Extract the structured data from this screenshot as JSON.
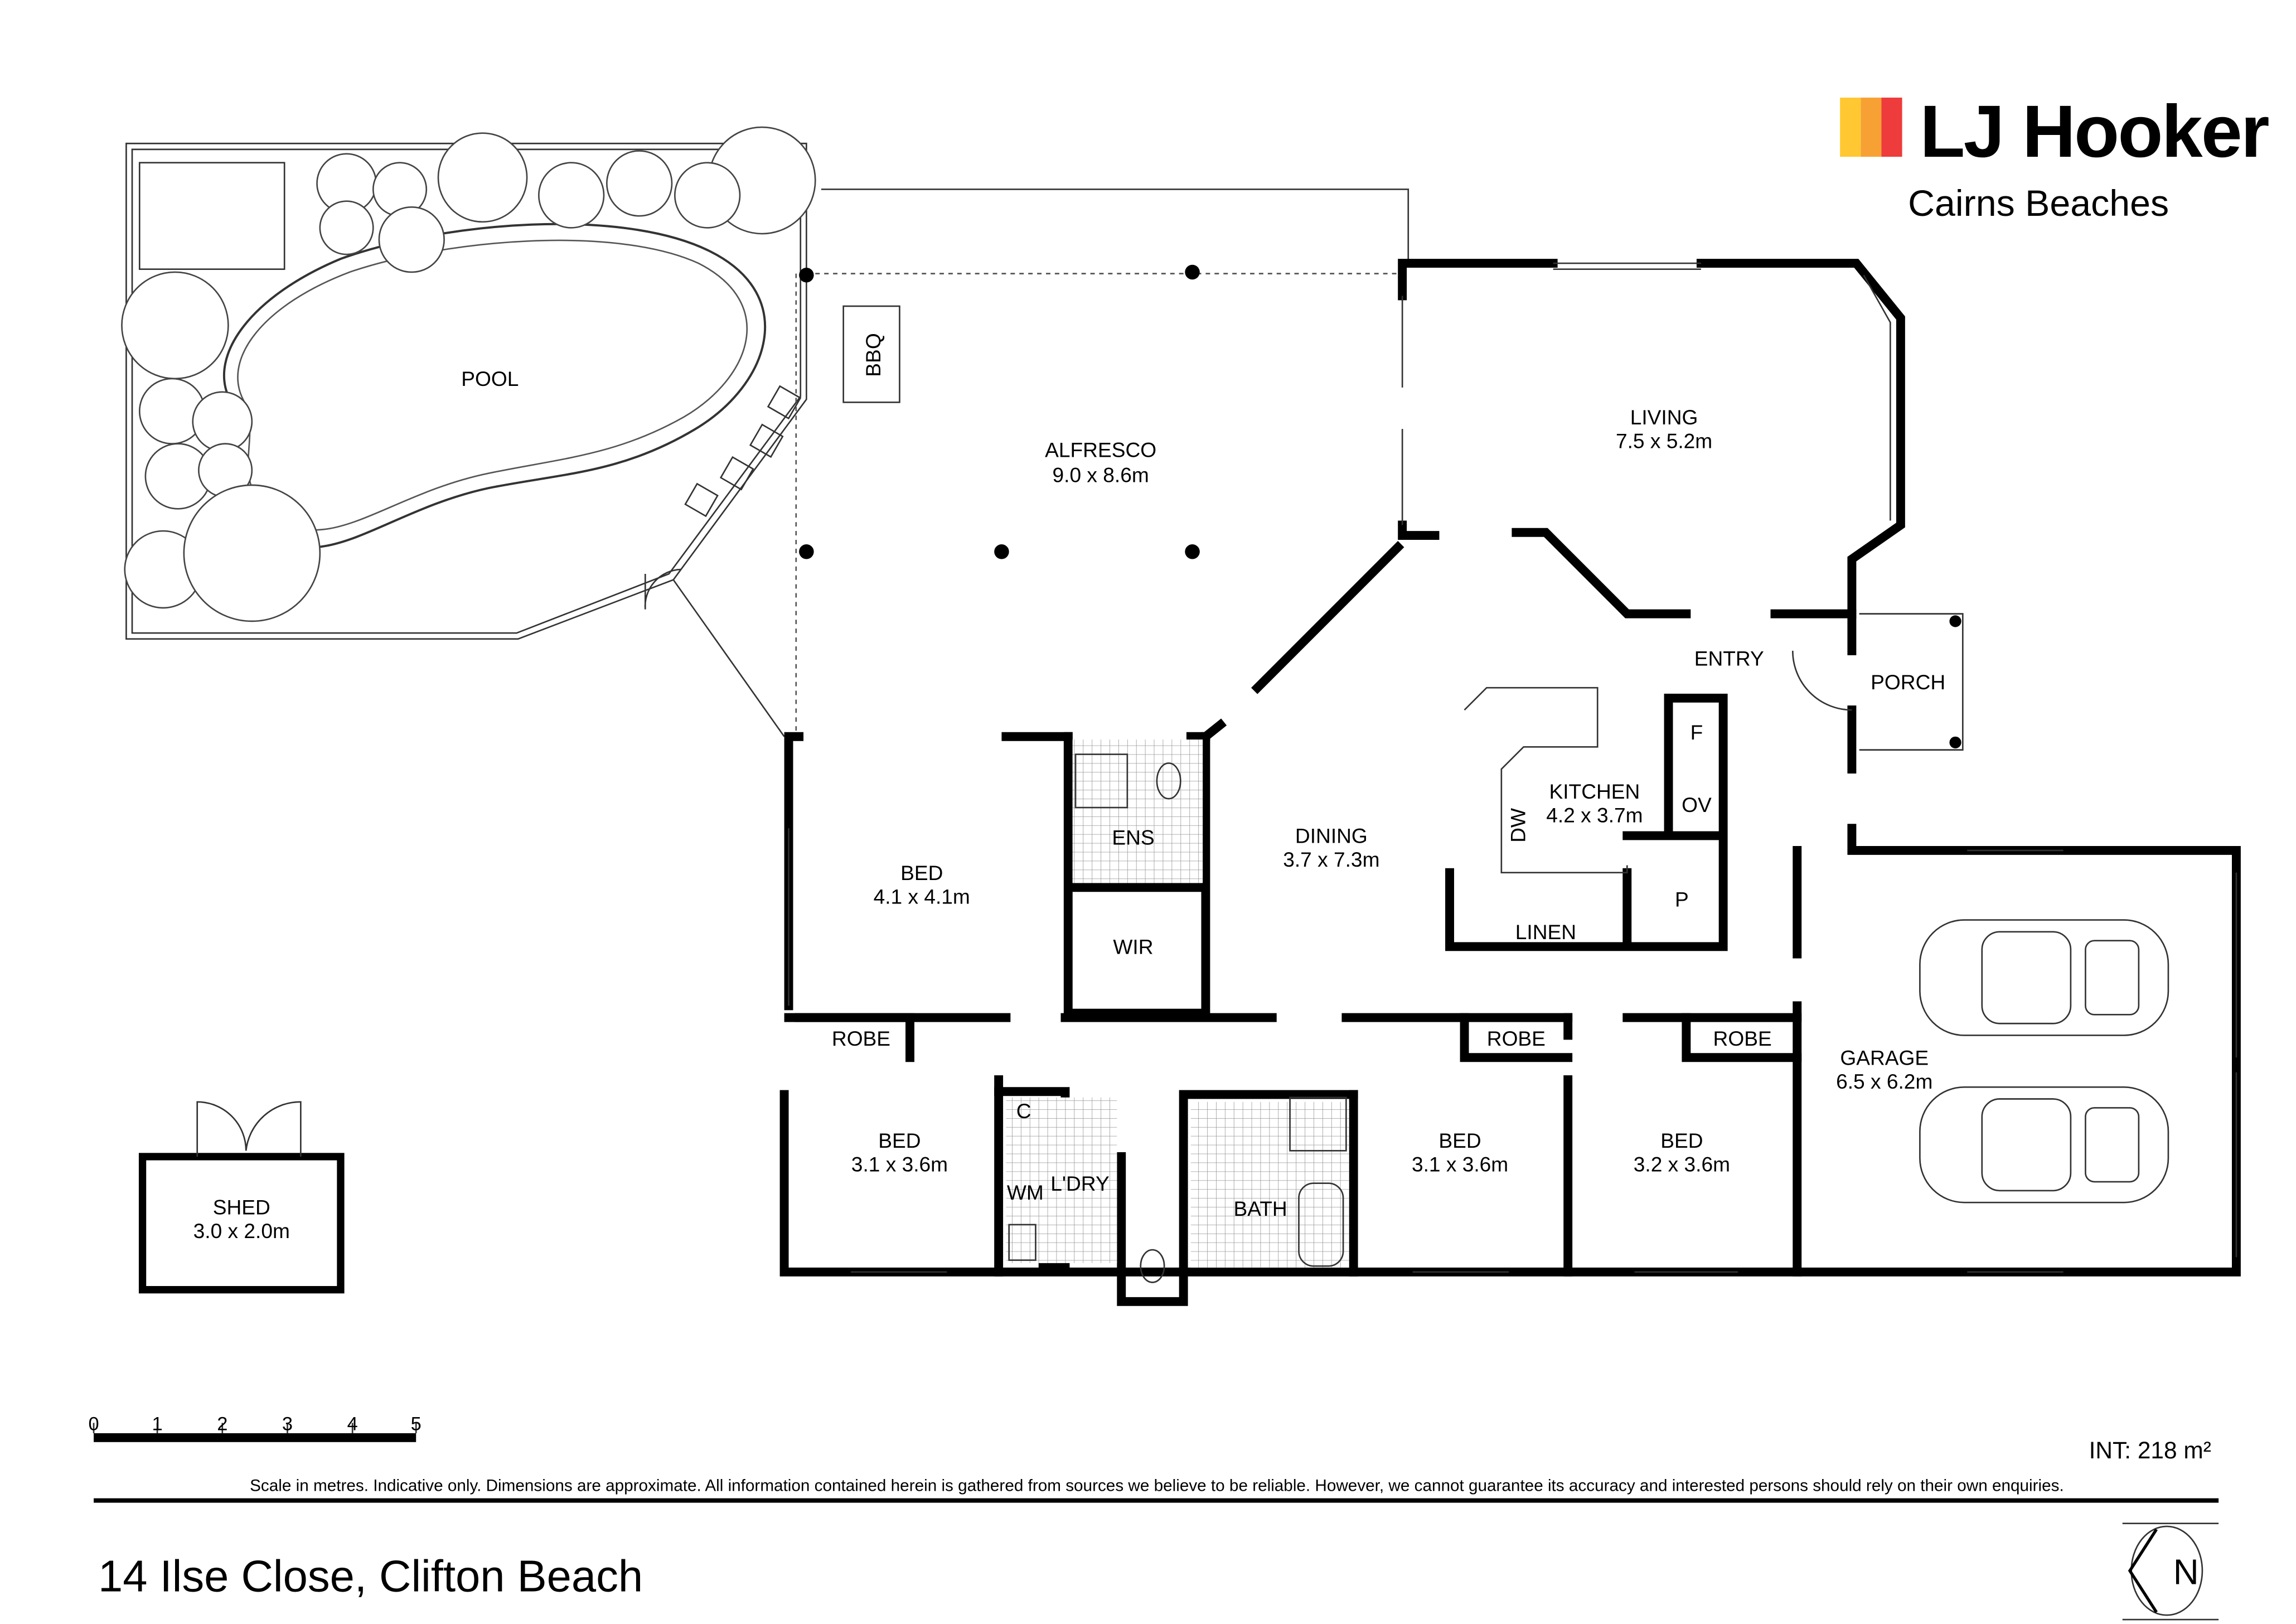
{
  "brand": {
    "name": "LJ Hooker",
    "office": "Cairns Beaches",
    "colors": [
      "#FFC832",
      "#F7A134",
      "#EE3B3B"
    ]
  },
  "rooms": {
    "pool": "POOL",
    "bbq": "BBQ",
    "alfresco": {
      "name": "ALFRESCO",
      "size": "9.0 x 8.6m"
    },
    "living": {
      "name": "LIVING",
      "size": "7.5 x 5.2m"
    },
    "entry": "ENTRY",
    "porch": "PORCH",
    "kitchen": {
      "name": "KITCHEN",
      "size": "4.2 x 3.7m"
    },
    "fridge": "F",
    "oven": "OV",
    "pantry": "P",
    "dishwasher": "DW",
    "linen": "LINEN",
    "dining": {
      "name": "DINING",
      "size": "3.7 x 7.3m"
    },
    "master_bed": {
      "name": "BED",
      "size": "4.1 x 4.1m"
    },
    "ensuite": "ENS",
    "wir": "WIR",
    "garage": {
      "name": "GARAGE",
      "size": "6.5 x 6.2m"
    },
    "robe": "ROBE",
    "bed2": {
      "name": "BED",
      "size": "3.1 x 3.6m"
    },
    "bed3": {
      "name": "BED",
      "size": "3.1 x 3.6m"
    },
    "bed4": {
      "name": "BED",
      "size": "3.2 x 3.6m"
    },
    "cupboard": "C",
    "washing_machine": "WM",
    "laundry": "L'DRY",
    "bath": "BATH",
    "shed": {
      "name": "SHED",
      "size": "3.0 x 2.0m"
    }
  },
  "scale": {
    "ticks": [
      "0",
      "1",
      "2",
      "3",
      "4",
      "5"
    ]
  },
  "area": "INT: 218 m²",
  "disclaimer": "Scale in metres. Indicative only. Dimensions are approximate. All information contained herein is gathered from sources we believe to be reliable. However, we cannot guarantee its accuracy and interested persons should rely on their own enquiries.",
  "address": "14 Ilse Close, Clifton Beach",
  "north": "N"
}
